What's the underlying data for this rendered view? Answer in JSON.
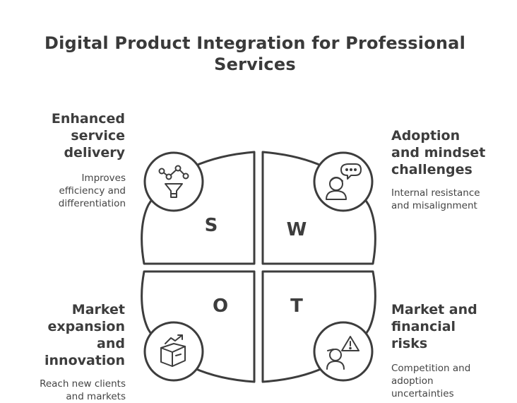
{
  "title": "Digital Product Integration for Professional Services",
  "quadrants": {
    "s": {
      "letter": "S",
      "heading": [
        "Enhanced",
        "service",
        "delivery"
      ],
      "description": [
        "Improves",
        "efficiency and",
        "differentiation"
      ],
      "icon": "funnel-network-icon"
    },
    "w": {
      "letter": "W",
      "heading": [
        "Adoption",
        "and mindset",
        "challenges"
      ],
      "description": [
        "Internal resistance",
        "and misalignment"
      ],
      "icon": "person-speech-bubble-icon"
    },
    "o": {
      "letter": "O",
      "heading": [
        "Market",
        "expansion",
        "and",
        "innovation"
      ],
      "description": [
        "Reach new clients",
        "and markets"
      ],
      "icon": "book-growth-arrow-icon"
    },
    "t": {
      "letter": "T",
      "heading": [
        "Market and",
        "financial",
        "risks"
      ],
      "description": [
        "Competition and",
        "adoption",
        "uncertainties"
      ],
      "icon": "person-warning-icon"
    }
  },
  "colors": {
    "stroke": "#3d3d3d",
    "text": "#3d3d3d",
    "background": "#ffffff"
  }
}
